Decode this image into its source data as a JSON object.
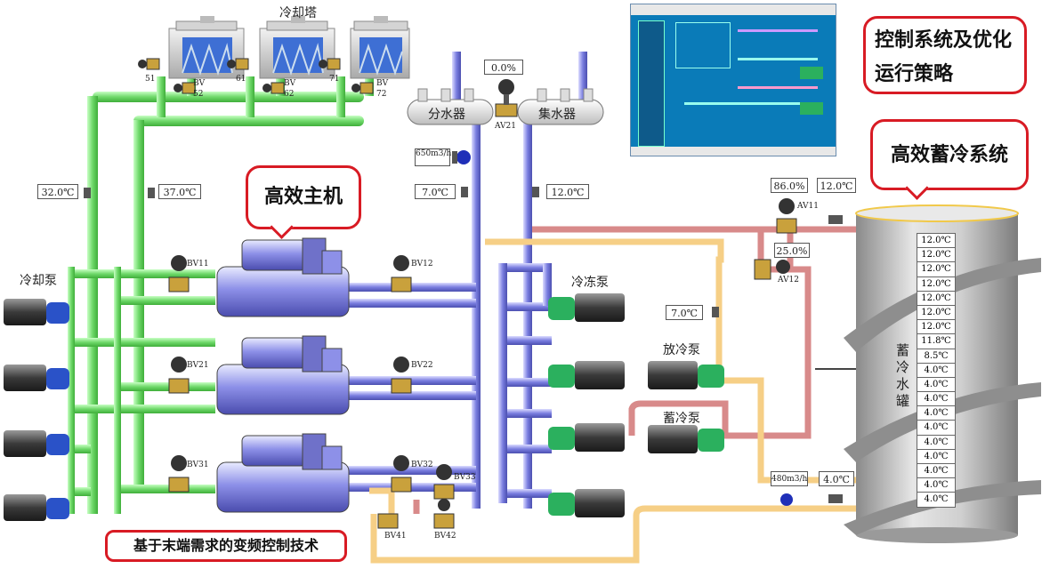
{
  "labels": {
    "cooling_tower": "冷却塔",
    "cooling_pump": "冷却泵",
    "chilled_pump": "冷冻泵",
    "discharge_pump": "放冷泵",
    "storage_pump": "蓄冷泵",
    "supply_header": "分水器",
    "return_header": "集水器",
    "tank_name": "蓄冷水罐"
  },
  "callouts": {
    "control": "控制系统及优化运行策略",
    "storage": "高效蓄冷系统",
    "chiller": "高效主机",
    "vfd": "基于末端需求的变频控制技术"
  },
  "tower_tags": {
    "t51": "51",
    "t52": "52",
    "t61": "61",
    "t62": "62",
    "t71": "71",
    "t72": "72",
    "bv": "BV"
  },
  "valves": {
    "bv11": "BV11",
    "bv12": "BV12",
    "bv21": "BV21",
    "bv22": "BV22",
    "bv31": "BV31",
    "bv32": "BV32",
    "bv33": "BV33",
    "bv41": "BV41",
    "bv42": "BV42",
    "av11": "AV11",
    "av12": "AV12",
    "av21": "AV21"
  },
  "readouts": {
    "cw_supply_temp": "32.0℃",
    "cw_return_temp": "37.0℃",
    "chw_supply_temp": "7.0℃",
    "chw_return_temp": "12.0℃",
    "av21_opening": "0.0%",
    "flow": "650m3/h",
    "av11_opening": "86.0%",
    "tank_top_temp": "12.0℃",
    "av12_opening": "25.0%",
    "discharge_temp": "7.0℃",
    "storage_flow": "480m3/h",
    "tank_bottom_temp": "4.0℃"
  },
  "tank_temps": [
    "12.0℃",
    "12.0℃",
    "12.0℃",
    "12.0℃",
    "12.0℃",
    "12.0℃",
    "12.0℃",
    "11.8℃",
    "8.5℃",
    "4.0℃",
    "4.0℃",
    "4.0℃",
    "4.0℃",
    "4.0℃",
    "4.0℃",
    "4.0℃",
    "4.0℃",
    "4.0℃",
    "4.0℃"
  ],
  "colors": {
    "cooling_pipe": "#7fe07a",
    "chilled_pipe": "#7a7ee0",
    "discharge_pipe": "#c95b5b",
    "storage_pipe": "#f3c36e",
    "callout_border": "#d81b24"
  }
}
